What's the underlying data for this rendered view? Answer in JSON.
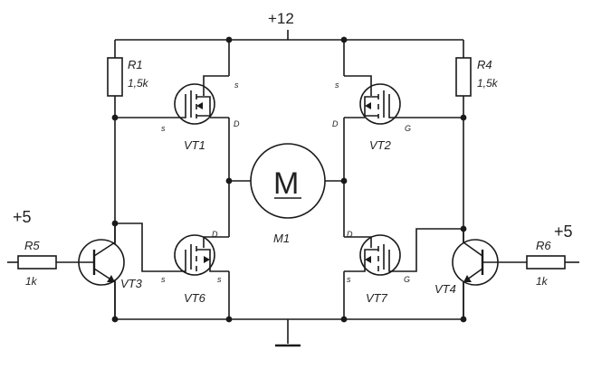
{
  "supply": {
    "vcc": "+12",
    "left_in": "+5",
    "right_in": "+5"
  },
  "resistors": {
    "r1": {
      "name": "R1",
      "value": "1,5k"
    },
    "r4": {
      "name": "R4",
      "value": "1,5k"
    },
    "r5": {
      "name": "R5",
      "value": "1k"
    },
    "r6": {
      "name": "R6",
      "value": "1k"
    }
  },
  "transistors": {
    "vt1": {
      "name": "VT1",
      "pin_top": "s",
      "pin_left": "s",
      "pin_right": "D"
    },
    "vt2": {
      "name": "VT2",
      "pin_top": "s",
      "pin_left": "D",
      "pin_right": "G"
    },
    "vt6": {
      "name": "VT6",
      "pin_top": "D",
      "pin_left": "s",
      "pin_right": "s"
    },
    "vt7": {
      "name": "VT7",
      "pin_top": "D",
      "pin_left": "s",
      "pin_right": "G"
    },
    "vt3": {
      "name": "VT3"
    },
    "vt4": {
      "name": "VT4"
    }
  },
  "motor": {
    "symbol": "M",
    "name": "M1"
  }
}
